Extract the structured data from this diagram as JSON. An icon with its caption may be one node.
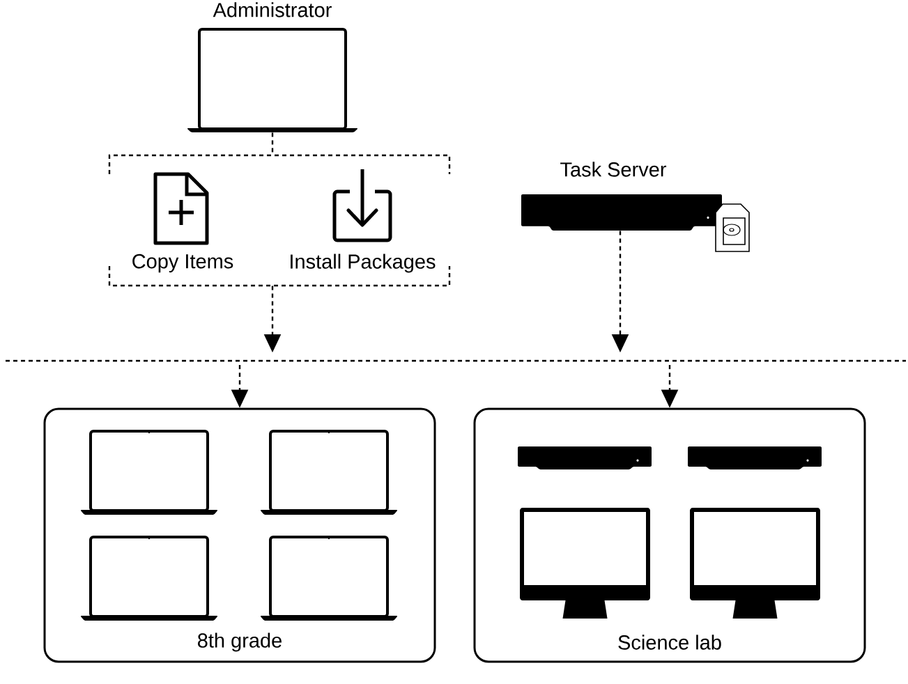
{
  "diagram": {
    "nodes": [
      {
        "text": [
          "Administrator"
        ]
      },
      {
        "text": [],
        "shape": "box"
      },
      {
        "text": [
          "Copy Items"
        ],
        "in": 1
      },
      {
        "text": [
          "Install Packages"
        ],
        "in": 1
      },
      {
        "text": [
          "Task Server"
        ]
      },
      {
        "text": [
          "8th grade"
        ]
      },
      {
        "text": [],
        "shape": "laptop",
        "in": 5
      },
      {
        "text": [],
        "shape": "laptop",
        "in": 5
      },
      {
        "text": [],
        "shape": "laptop",
        "in": 5
      },
      {
        "text": [],
        "shape": "laptop",
        "in": 5
      },
      {
        "text": [
          "Science lab"
        ]
      },
      {
        "text": [],
        "shape": "picture",
        "in": 10
      },
      {
        "text": [],
        "shape": "picture",
        "in": 10
      },
      {
        "text": [],
        "shape": "picture",
        "in": 10
      },
      {
        "text": [],
        "shape": "picture",
        "in": 10
      }
    ],
    "edges": [
      {
        "from": 0,
        "to": 1,
        "arrow": "none",
        "style": "dashed"
      },
      {
        "from": 1,
        "to": null,
        "arrow": "to",
        "style": "dashed"
      },
      {
        "from": 4,
        "to": null,
        "arrow": "to",
        "style": "dashed"
      },
      {
        "from": null,
        "to": 5,
        "arrow": "to",
        "style": "dashed"
      },
      {
        "from": null,
        "to": 10,
        "arrow": "to",
        "style": "dashed"
      }
    ]
  }
}
